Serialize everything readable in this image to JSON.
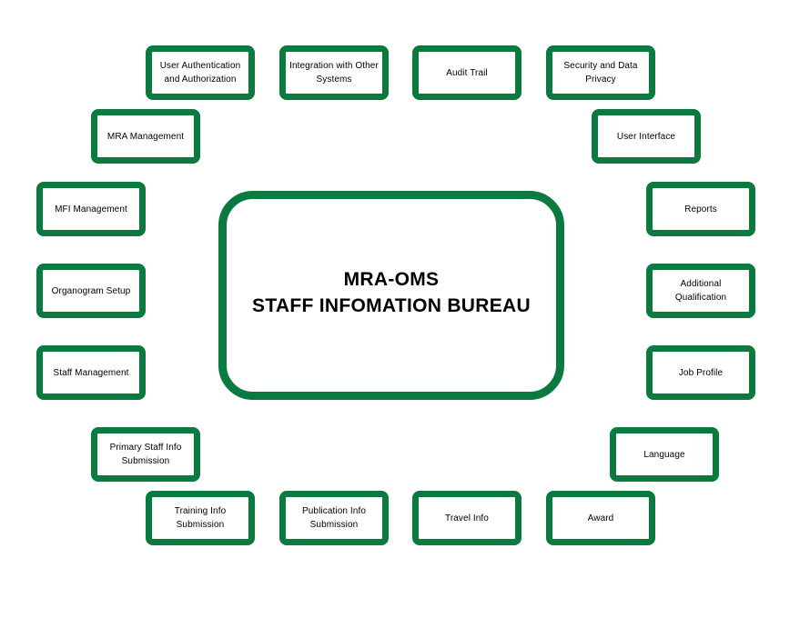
{
  "center": {
    "line1": "MRA-OMS",
    "line2": "STAFF INFOMATION BUREAU"
  },
  "modules": [
    {
      "label": "User Authentication and Authorization"
    },
    {
      "label": "Integration with Other Systems"
    },
    {
      "label": "Audit Trail"
    },
    {
      "label": "Security and Data Privacy"
    },
    {
      "label": "MRA Management"
    },
    {
      "label": "User Interface"
    },
    {
      "label": "MFI Management"
    },
    {
      "label": "Reports"
    },
    {
      "label": "Organogram Setup"
    },
    {
      "label": "Additional Qualification"
    },
    {
      "label": "Staff Management"
    },
    {
      "label": "Job Profile"
    },
    {
      "label": "Primary Staff Info Submission"
    },
    {
      "label": "Language"
    },
    {
      "label": "Training Info Submission"
    },
    {
      "label": "Publication Info Submission"
    },
    {
      "label": "Travel Info"
    },
    {
      "label": "Award"
    }
  ],
  "colors": {
    "border": "#0b7a3e",
    "background": "#ffffff",
    "text": "#000000"
  }
}
